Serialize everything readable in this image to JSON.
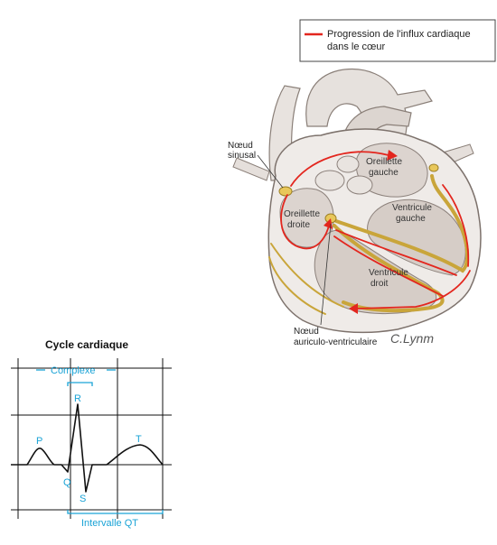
{
  "legend": {
    "line1": "Progression de l'influx cardiaque",
    "line2": "dans le cœur",
    "color": "#e3261e"
  },
  "heart": {
    "label_sinus_1": "Nœud",
    "label_sinus_2": "sinusal",
    "label_or_g_1": "Oreillette",
    "label_or_g_2": "gauche",
    "label_or_d_1": "Oreillette",
    "label_or_d_2": "droite",
    "label_ve_g_1": "Ventricule",
    "label_ve_g_2": "gauche",
    "label_ve_d_1": "Ventricule",
    "label_ve_d_2": "droit",
    "label_av_1": "Nœud",
    "label_av_2": "auriculo-ventriculaire",
    "signature": "C.Lynm"
  },
  "ecg": {
    "title": "Cycle cardiaque",
    "complexe": "Complexe",
    "intervalle": "Intervalle QT",
    "waves": {
      "p": "P",
      "q": "Q",
      "r": "R",
      "s": "S",
      "t": "T"
    },
    "accent_color": "#1aa3d6"
  }
}
